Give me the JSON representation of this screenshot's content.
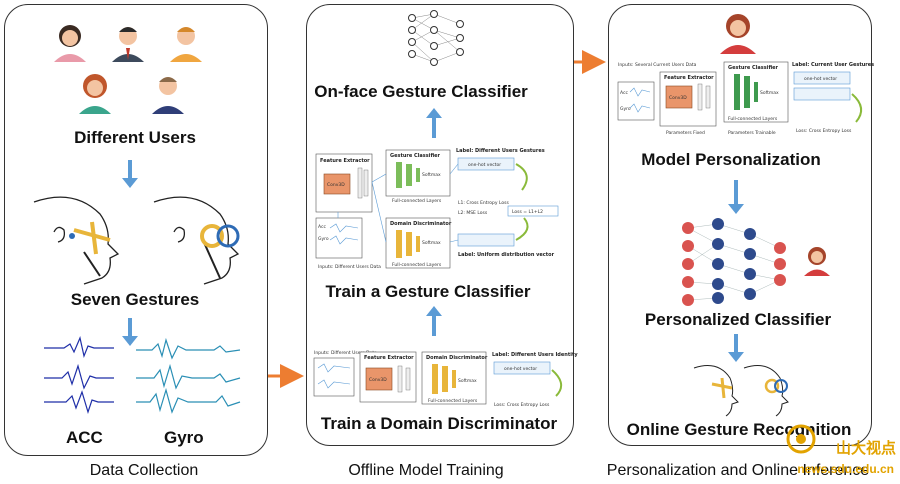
{
  "panels": {
    "left": {
      "title_users": "Different Users",
      "title_gestures": "Seven Gestures",
      "label_acc": "ACC",
      "label_gyro": "Gyro",
      "caption": "Data Collection"
    },
    "middle": {
      "title_classifier": "On-face Gesture Classifier",
      "title_train_gesture": "Train a Gesture Classifier",
      "title_train_domain": "Train a Domain Discriminator",
      "caption": "Offline Model Training",
      "diagram_top": {
        "feature_extractor": "Feature Extractor",
        "conv": "Conv3D",
        "gesture_classifier": "Gesture Classifier",
        "softmax": "Softmax",
        "fc": "Full-connected Layers",
        "label_users": "Label: Different Users Gestures",
        "onehot": "one-hot vector",
        "l1": "L1: Cross Entropy Loss",
        "l2": "L2: MSE Loss",
        "loss": "Loss = L1+L2",
        "domain": "Domain Discriminator",
        "softmax2": "Softmax",
        "fc2": "Full-connected Layers",
        "uniform": "Label: Uniform distribution vector",
        "inputs": "Inputs: Different Users Data",
        "acc": "Acc",
        "gyro": "Gyro"
      },
      "diagram_bottom": {
        "inputs": "Inputs: Different Users Data",
        "feature_extractor": "Feature Extractor",
        "conv": "Conv3D",
        "domain": "Domain Discriminator",
        "softmax": "Softmax",
        "fc": "Full-connected Layers",
        "label": "Label: Different Users Identity",
        "onehot": "one-hot vector",
        "loss": "Loss: Cross Entropy Loss"
      }
    },
    "right": {
      "title_personalization": "Model Personalization",
      "title_personalized": "Personalized Classifier",
      "title_online": "Online Gesture Recognition",
      "caption": "Personalization and Online Inference",
      "diagram": {
        "inputs": "Inputs: Several Current Users Data",
        "feature_extractor": "Feature Extractor",
        "conv": "Conv3D",
        "params_fixed": "Parameters Fixed",
        "gesture_classifier": "Gesture Classifier",
        "softmax": "Softmax",
        "fc": "Full-connected Layers",
        "params_trainable": "Parameters Trainable",
        "label": "Label: Current User Gestures",
        "onehot": "one-hot vector",
        "loss": "Loss: Cross Entropy Loss",
        "acc": "Acc",
        "gyro": "Gyro"
      }
    }
  },
  "watermark": {
    "text": "山大视点",
    "sub": "news.sdu.edu.cn"
  },
  "colors": {
    "blue_arrow": "#5b9bd5",
    "orange_arrow": "#ed7d31",
    "red_node": "#d9534f",
    "blue_node": "#2e4a8c",
    "acc_signal": "#1f2fa8",
    "gyro_signal": "#2a8fb5"
  }
}
